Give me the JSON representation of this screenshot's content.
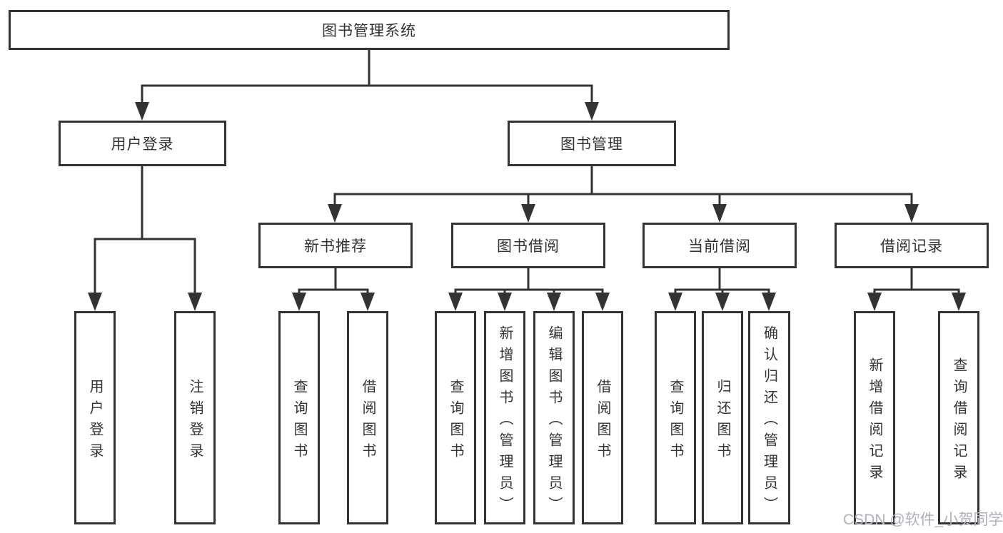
{
  "nodes": {
    "root": "图书管理系统",
    "user_login": "用户登录",
    "book_management": "图书管理",
    "new_book_recommend": "新书推荐",
    "book_borrow": "图书借阅",
    "current_borrow": "当前借阅",
    "borrow_records": "借阅记录"
  },
  "leaves": {
    "user_login": "用户登录",
    "logout": "注销登录",
    "nb_query_books": "查询图书",
    "nb_borrow_books": "借阅图书",
    "bb_query_books": "查询图书",
    "bb_add_books": "新增图书（管理员）",
    "bb_edit_books": "编辑图书（管理员）",
    "bb_borrow_books": "借阅图书",
    "cb_query_books": "查询图书",
    "cb_return_books": "归还图书",
    "cb_confirm_return": "确认归还（管理员）",
    "br_add_record": "新增借阅记录",
    "br_query_record": "查询借阅记录"
  },
  "watermark": {
    "text": "CSDN @软件_小贺同学"
  },
  "colors": {
    "line": "#333333",
    "box_border": "#333333",
    "text": "#333333",
    "watermark": "#aeb2b8"
  }
}
